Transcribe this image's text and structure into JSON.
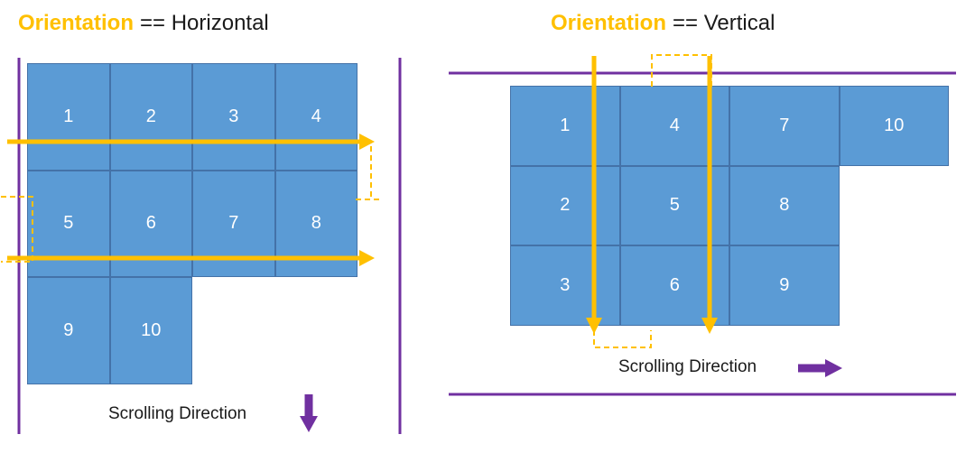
{
  "colors": {
    "cell_fill": "#5B9BD5",
    "cell_border": "#4472A8",
    "cell_text": "#FFFFFF",
    "accent_orange": "#FFC000",
    "accent_purple": "#7030A0",
    "title_text": "#1A1A1A"
  },
  "left_panel": {
    "title_keyword": "Orientation",
    "title_operator_value": "== Horizontal",
    "scrolling_label": "Scrolling Direction",
    "cells": [
      "1",
      "2",
      "3",
      "4",
      "5",
      "6",
      "7",
      "8",
      "9",
      "10"
    ]
  },
  "right_panel": {
    "title_keyword": "Orientation",
    "title_operator_value": "== Vertical",
    "scrolling_label": "Scrolling Direction",
    "cells": [
      "1",
      "2",
      "3",
      "4",
      "5",
      "6",
      "7",
      "8",
      "9",
      "10"
    ]
  }
}
